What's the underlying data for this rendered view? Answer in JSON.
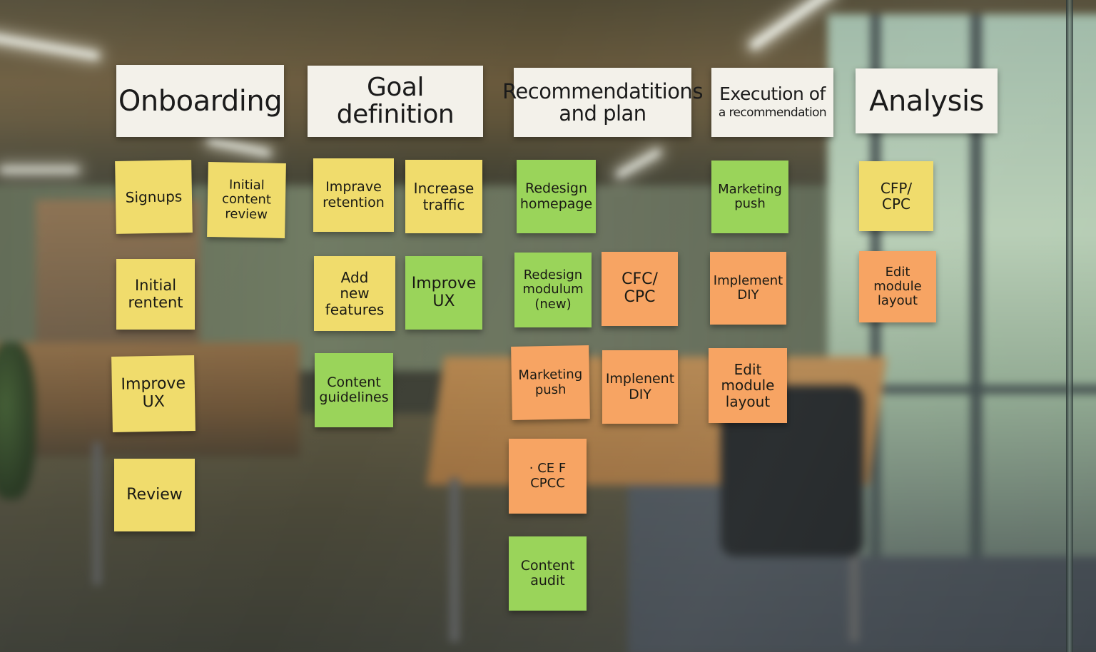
{
  "scene": {
    "colors": {
      "yellow_note": "#f0dc6c",
      "green_note": "#9ad45a",
      "orange_note": "#f7a463",
      "header_card": "#f3f1ea"
    }
  },
  "columns": [
    {
      "title": "Onboarding",
      "notes": [
        {
          "text": "Signups",
          "color": "yellow"
        },
        {
          "text": "Initial\ncontent\nreview",
          "color": "yellow"
        },
        {
          "text": "Initial\nrentent",
          "color": "yellow"
        },
        {
          "text": "Improve\nUX",
          "color": "yellow"
        },
        {
          "text": "Review",
          "color": "yellow"
        }
      ]
    },
    {
      "title": "Goal definition",
      "notes": [
        {
          "text": "Imprave\nretention",
          "color": "yellow"
        },
        {
          "text": "Increase\ntraffic",
          "color": "yellow"
        },
        {
          "text": "Add\nnew\nfeatures",
          "color": "yellow"
        },
        {
          "text": "Improve\nUX",
          "color": "green"
        },
        {
          "text": "Content\nguidelines",
          "color": "green"
        }
      ]
    },
    {
      "title_line1": "Recommendatitions",
      "title_line2": "and plan",
      "notes": [
        {
          "text": "Redesign\nhomepage",
          "color": "green"
        },
        {
          "text": "Redesign\nmodulum\n(new)",
          "color": "green"
        },
        {
          "text": "CFC/\nCPC",
          "color": "orange"
        },
        {
          "text": "Marketing\npush",
          "color": "orange"
        },
        {
          "text": "Implenent\nDIY",
          "color": "orange"
        },
        {
          "text": "· CE F\nCPCC",
          "color": "orange"
        },
        {
          "text": "Content\naudit",
          "color": "green"
        }
      ]
    },
    {
      "title_line1": "Execution of",
      "title_line2": "a recommendation",
      "notes": [
        {
          "text": "Marketing\npush",
          "color": "green"
        },
        {
          "text": "Implement\nDIY",
          "color": "orange"
        },
        {
          "text": "Edit\nmodule\nlayout",
          "color": "orange"
        }
      ]
    },
    {
      "title": "Analysis",
      "notes": [
        {
          "text": "CFP/\nCPC",
          "color": "yellow"
        },
        {
          "text": "Edit\nmodule\nlayout",
          "color": "orange"
        }
      ]
    }
  ]
}
